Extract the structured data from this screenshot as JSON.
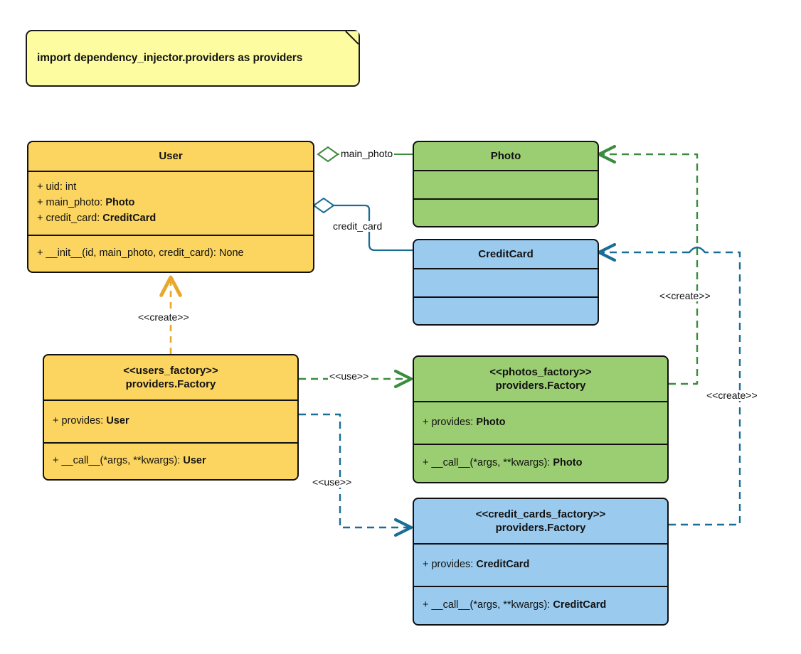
{
  "diagram": {
    "title": "Dependency Injector factory providers UML class diagram",
    "colors": {
      "yellow": "#FCD561",
      "green": "#9BCE72",
      "blue": "#9ACBEF",
      "note": "#FEFCA0",
      "outline": "#111111",
      "green_edge": "#3C8C3F",
      "blue_edge": "#1A6E96",
      "orange_edge": "#E8A92B"
    }
  },
  "note": {
    "text": "import dependency_injector.providers as providers"
  },
  "classes": {
    "user": {
      "name": "User",
      "attributes": [
        {
          "prefix": "+ ",
          "label": "uid: ",
          "type": "int",
          "type_bold": false
        },
        {
          "prefix": "+ ",
          "label": "main_photo: ",
          "type": "Photo",
          "type_bold": true
        },
        {
          "prefix": "+ ",
          "label": "credit_card: ",
          "type": "CreditCard",
          "type_bold": true
        }
      ],
      "methods": [
        {
          "text": "+ __init__(id, main_photo, credit_card): None"
        }
      ]
    },
    "photo": {
      "name": "Photo",
      "attributes": [],
      "methods": []
    },
    "credit_card": {
      "name": "CreditCard",
      "attributes": [],
      "methods": []
    },
    "users_factory": {
      "stereotype": "<<users_factory>>",
      "name": "providers.Factory",
      "attribute": {
        "prefix": "+ provides: ",
        "type": "User"
      },
      "method": {
        "prefix": "+ __call__(*args, **kwargs): ",
        "type": "User"
      }
    },
    "photos_factory": {
      "stereotype": "<<photos_factory>>",
      "name": "providers.Factory",
      "attribute": {
        "prefix": "+ provides: ",
        "type": "Photo"
      },
      "method": {
        "prefix": "+ __call__(*args, **kwargs): ",
        "type": "Photo"
      }
    },
    "credit_cards_factory": {
      "stereotype": "<<credit_cards_factory>>",
      "name": "providers.Factory",
      "attribute": {
        "prefix": "+ provides: ",
        "type": "CreditCard"
      },
      "method": {
        "prefix": "+ __call__(*args, **kwargs): ",
        "type": "CreditCard"
      }
    }
  },
  "edges": {
    "main_photo_label": "main_photo",
    "credit_card_label": "credit_card",
    "create_user_label": "<<create>>",
    "use_photos_label": "<<use>>",
    "use_credit_cards_label": "<<use>>",
    "create_photo_label": "<<create>>",
    "create_credit_card_label": "<<create>>"
  }
}
